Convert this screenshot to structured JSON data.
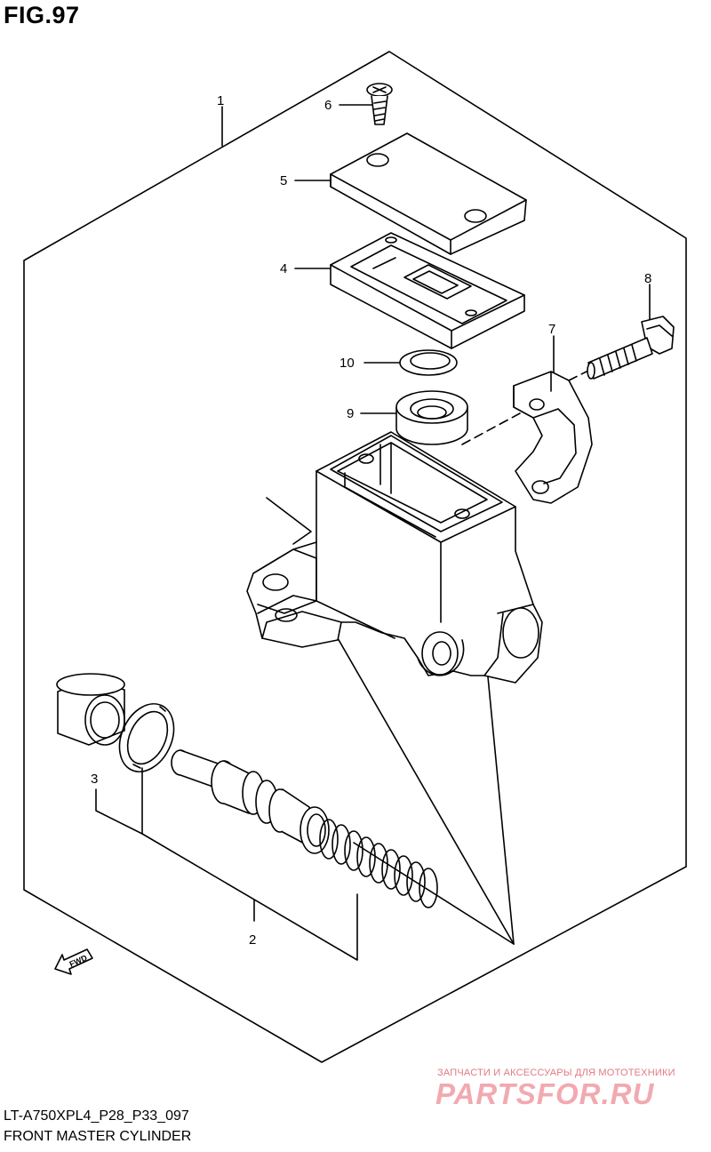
{
  "figure": {
    "title": "FIG.97",
    "model_code": "LT-A750XPL4_P28_P33_097",
    "name": "FRONT MASTER CYLINDER"
  },
  "callouts": {
    "c1": "1",
    "c2": "2",
    "c3": "3",
    "c4": "4",
    "c5": "5",
    "c6": "6",
    "c7": "7",
    "c8": "8",
    "c9": "9",
    "c10": "10"
  },
  "fwd_label": "FWD",
  "watermark": {
    "tagline": "ЗАПЧАСТИ И АКСЕССУАРЫ ДЛЯ МОТОТЕХНИКИ",
    "brand": "PARTSFOR.RU"
  }
}
